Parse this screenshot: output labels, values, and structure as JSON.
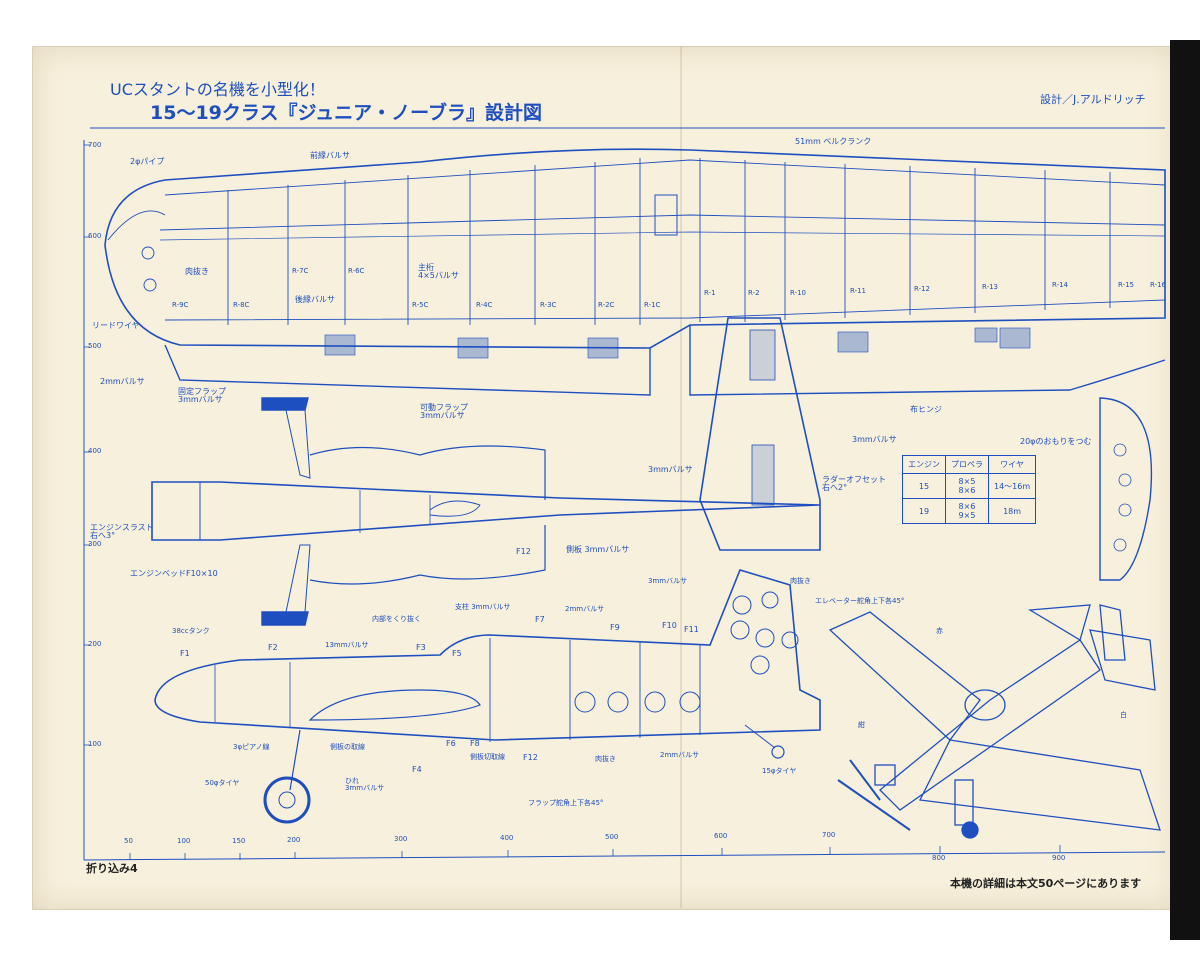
{
  "header": {
    "subtitle": "UCスタントの名機を小型化！",
    "title": "15～19クラス『ジュニア・ノーブラ』設計図",
    "designer": "設計／J.アルドリッチ"
  },
  "footer": {
    "fold_label": "折り込み4",
    "detail_note": "本機の詳細は本文50ページにあります"
  },
  "scale": {
    "y_ticks": [
      "700",
      "600",
      "500",
      "400",
      "300",
      "200",
      "100"
    ],
    "x_ticks": [
      "50",
      "100",
      "150",
      "200",
      "300",
      "400",
      "500",
      "600",
      "700",
      "800",
      "900"
    ]
  },
  "wing_labels": {
    "bellcrank": "51mm ベルクランク",
    "leading_edge": "前縁バルサ",
    "pipe": "2φパイプ",
    "hollow": "肉抜き",
    "spar": "主桁\n4×5バルサ",
    "trailing_edge": "後縁バルサ",
    "lead_wire": "リードワイヤ",
    "balsa_2mm": "2mmバルサ",
    "fixed_flap": "固定フラップ\n3mmバルサ",
    "movable_flap": "可動フラップ\n3mmバルサ",
    "cloth_hinge": "布ヒンジ",
    "balsa_3mm": "3mmバルサ",
    "weight_20": "20φのおもりをつむ",
    "ribs": [
      "R-9C",
      "R-8C",
      "R-7C",
      "R-6C",
      "R-5C",
      "R-4C",
      "R-3C",
      "R-2C",
      "R-1C",
      "R-1",
      "R-2",
      "R-10",
      "R-11",
      "R-12",
      "R-13",
      "R-14",
      "R-15",
      "R-16"
    ]
  },
  "fuselage_top_labels": {
    "rudder_3mm": "3mmバルサ",
    "rudder_offset": "ラダーオフセット\n右へ2°",
    "engine_thrust": "エンジンスラスト\n右へ3°",
    "engine_mount": "エンジンベッドF10×10",
    "f12": "F12",
    "side_panel": "側板 3mmバルサ"
  },
  "spec_table": {
    "headers": [
      "エンジン",
      "プロペラ",
      "ワイヤ"
    ],
    "rows": [
      {
        "engine": "15",
        "prop": "8×5\n8×6",
        "wire": "14～16m"
      },
      {
        "engine": "19",
        "prop": "8×6\n9×5",
        "wire": "18m"
      }
    ]
  },
  "side_view_labels": {
    "tank": "38ccタンク",
    "f1": "F1",
    "f2": "F2",
    "f3": "F3",
    "f4": "F4",
    "f5": "F5",
    "f6": "F6",
    "f7": "F7",
    "f8": "F8",
    "f9": "F9",
    "f10": "F10",
    "f11": "F11",
    "f12": "F12",
    "mm13": "13mmバルサ",
    "cutout": "内部をくり抜く",
    "post": "支柱 3mmバルサ",
    "mm2": "2mmバルサ",
    "mm3_tail": "3mmバルサ",
    "hollow_tail": "肉抜き",
    "elevator": "エレベーター舵角上下各45°",
    "piano_wire": "3φピアノ線",
    "side_mount": "側板の取線",
    "side_cut": "側板切取線",
    "fillet": "ひれ\n3mmバルサ",
    "tire50": "50φタイヤ",
    "hollow_side": "肉抜き",
    "mm2_side": "2mmバルサ",
    "flap_angle": "フラップ舵角上下各45°",
    "tire15": "15φタイヤ"
  },
  "iso_labels": {
    "red": "赤",
    "white": "白",
    "navy": "紺"
  },
  "colors": {
    "ink": "#1e4fc0",
    "paper": "#f7f0dc"
  }
}
